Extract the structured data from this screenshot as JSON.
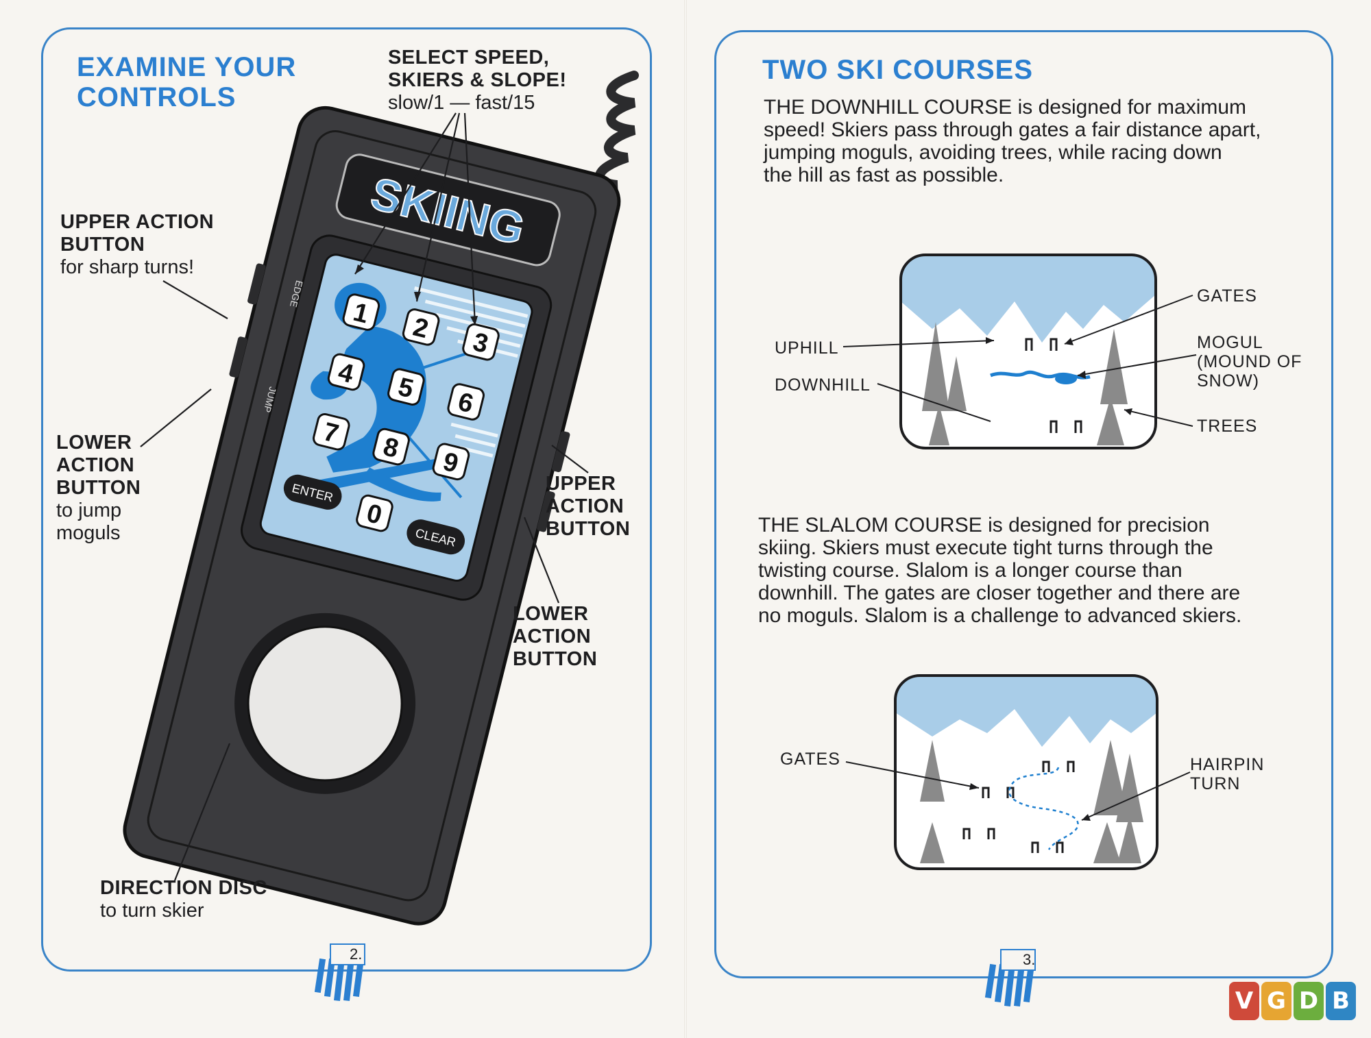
{
  "left_page": {
    "title_line1": "EXAMINE YOUR",
    "title_line2": "CONTROLS",
    "select": {
      "line1": "SELECT SPEED,",
      "line2": "SKIERS & SLOPE!",
      "line3": "slow/1 — fast/15"
    },
    "upper_action_left": {
      "line1": "UPPER ACTION",
      "line2": "BUTTON",
      "line3": "for sharp turns!"
    },
    "lower_action_left": {
      "line1": "LOWER",
      "line2": "ACTION",
      "line3": "BUTTON",
      "line4": "to jump",
      "line5": "moguls"
    },
    "upper_action_right": {
      "line1": "UPPER",
      "line2": "ACTION",
      "line3": "BUTTON"
    },
    "lower_action_right": {
      "line1": "LOWER",
      "line2": "ACTION",
      "line3": "BUTTON"
    },
    "direction": {
      "line1": "DIRECTION DISC",
      "line2": "to turn skier"
    },
    "device": {
      "logo": "SKIING",
      "keys": [
        "1",
        "2",
        "3",
        "4",
        "5",
        "6",
        "7",
        "8",
        "9",
        "0"
      ],
      "enter": "ENTER",
      "clear": "CLEAR",
      "edge": "EDGE",
      "jump": "JUMP"
    },
    "page_number": "2."
  },
  "right_page": {
    "title": "TWO SKI COURSES",
    "downhill_text": [
      "THE DOWNHILL COURSE is designed for maximum",
      "speed! Skiers pass through gates a fair distance apart,",
      "jumping moguls, avoiding trees, while racing down",
      "the hill as fast as possible."
    ],
    "downhill_labels": {
      "gates": "GATES",
      "uphill": "UPHILL",
      "mogul1": "MOGUL",
      "mogul2": "(MOUND OF",
      "mogul3": "SNOW)",
      "downhill": "DOWNHILL",
      "trees": "TREES"
    },
    "slalom_text": [
      "THE SLALOM COURSE is designed for precision",
      "skiing. Skiers must execute tight turns through the",
      "twisting course. Slalom is a longer course than",
      "downhill. The gates are closer together and there are",
      "no moguls. Slalom is a challenge to advanced skiers."
    ],
    "slalom_labels": {
      "gates": "GATES",
      "hairpin1": "HAIRPIN",
      "hairpin2": "TURN"
    },
    "page_number": "3."
  },
  "watermark": [
    "V",
    "G",
    "D",
    "B"
  ],
  "colors": {
    "accent_blue": "#2b7fd0",
    "frame_blue": "#3a84c8",
    "device_body": "#3b3b3e",
    "screen_blue": "#a9cde8",
    "skier_blue": "#1e7fcf",
    "tree_gray": "#8a8a8a",
    "watermark": [
      "#cf4a3a",
      "#e6a532",
      "#6cae3e",
      "#2f86c4"
    ]
  }
}
